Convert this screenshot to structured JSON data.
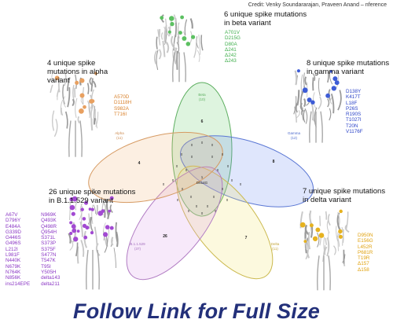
{
  "credit": "Credit: Venky Soundararajan, Praveen Anand – nference",
  "colors": {
    "alpha": "#e8a060",
    "beta": "#5cc061",
    "gamma": "#3d5cd6",
    "delta": "#e6b21f",
    "omicron": "#a24ad2",
    "footer_text": "#23307a"
  },
  "panels": {
    "beta": {
      "heading": [
        "6 unique spike mutations",
        "in beta variant"
      ],
      "mutations": [
        "A701V",
        "D215G",
        "D80A",
        "Δ241",
        "Δ242",
        "Δ243"
      ]
    },
    "alpha": {
      "heading": [
        "4 unique spike",
        "mutations in alpha",
        "variant"
      ],
      "mutations": [
        "A570D",
        "D1118H",
        "S982A",
        "T716I"
      ]
    },
    "gamma": {
      "heading": [
        "8 unique spike mutations",
        "in gamma variant"
      ],
      "mutations": [
        "D138Y",
        "K417T",
        "L18F",
        "P26S",
        "R190S",
        "T1027I",
        "T20N",
        "V1176F"
      ]
    },
    "omicron": {
      "heading": [
        "26 unique spike mutations",
        "in B.1.1.529 variant"
      ],
      "mutations_col1": [
        "A67V",
        "D796Y",
        "E484A",
        "G339D",
        "G446S",
        "G496S",
        "L212I",
        "L981F",
        "N440K",
        "N679K",
        "N764K",
        "N856K",
        "ins214EPE"
      ],
      "mutations_col2": [
        "N969K",
        "Q493K",
        "Q498R",
        "Q954H",
        "S371L",
        "S373P",
        "S375F",
        "S477N",
        "T547K",
        "T95I",
        "Y505H",
        "delta143",
        "delta211"
      ]
    },
    "delta": {
      "heading": [
        "7 unique spike mutations",
        "in delta variant"
      ],
      "mutations": [
        "D950N",
        "E156G",
        "L452R",
        "P681R",
        "T19R",
        "Δ157",
        "Δ158"
      ]
    }
  },
  "venn": {
    "sets": [
      {
        "key": "beta",
        "name": "Beta",
        "count": "(10)"
      },
      {
        "key": "gamma",
        "name": "Gamma",
        "count": "(12)"
      },
      {
        "key": "delta",
        "name": "Delta",
        "count": "(11)"
      },
      {
        "key": "omicron",
        "name": "B.1.1.529",
        "count": "(37)"
      },
      {
        "key": "alpha",
        "name": "Alpha",
        "count": "(11)"
      }
    ],
    "unique_counts": {
      "beta": "6",
      "gamma": "8",
      "delta": "7",
      "omicron": "26",
      "alpha": "4"
    },
    "center": [
      "1",
      "D614G"
    ],
    "zeros": "0"
  },
  "footer": "Follow Link for Full Size"
}
